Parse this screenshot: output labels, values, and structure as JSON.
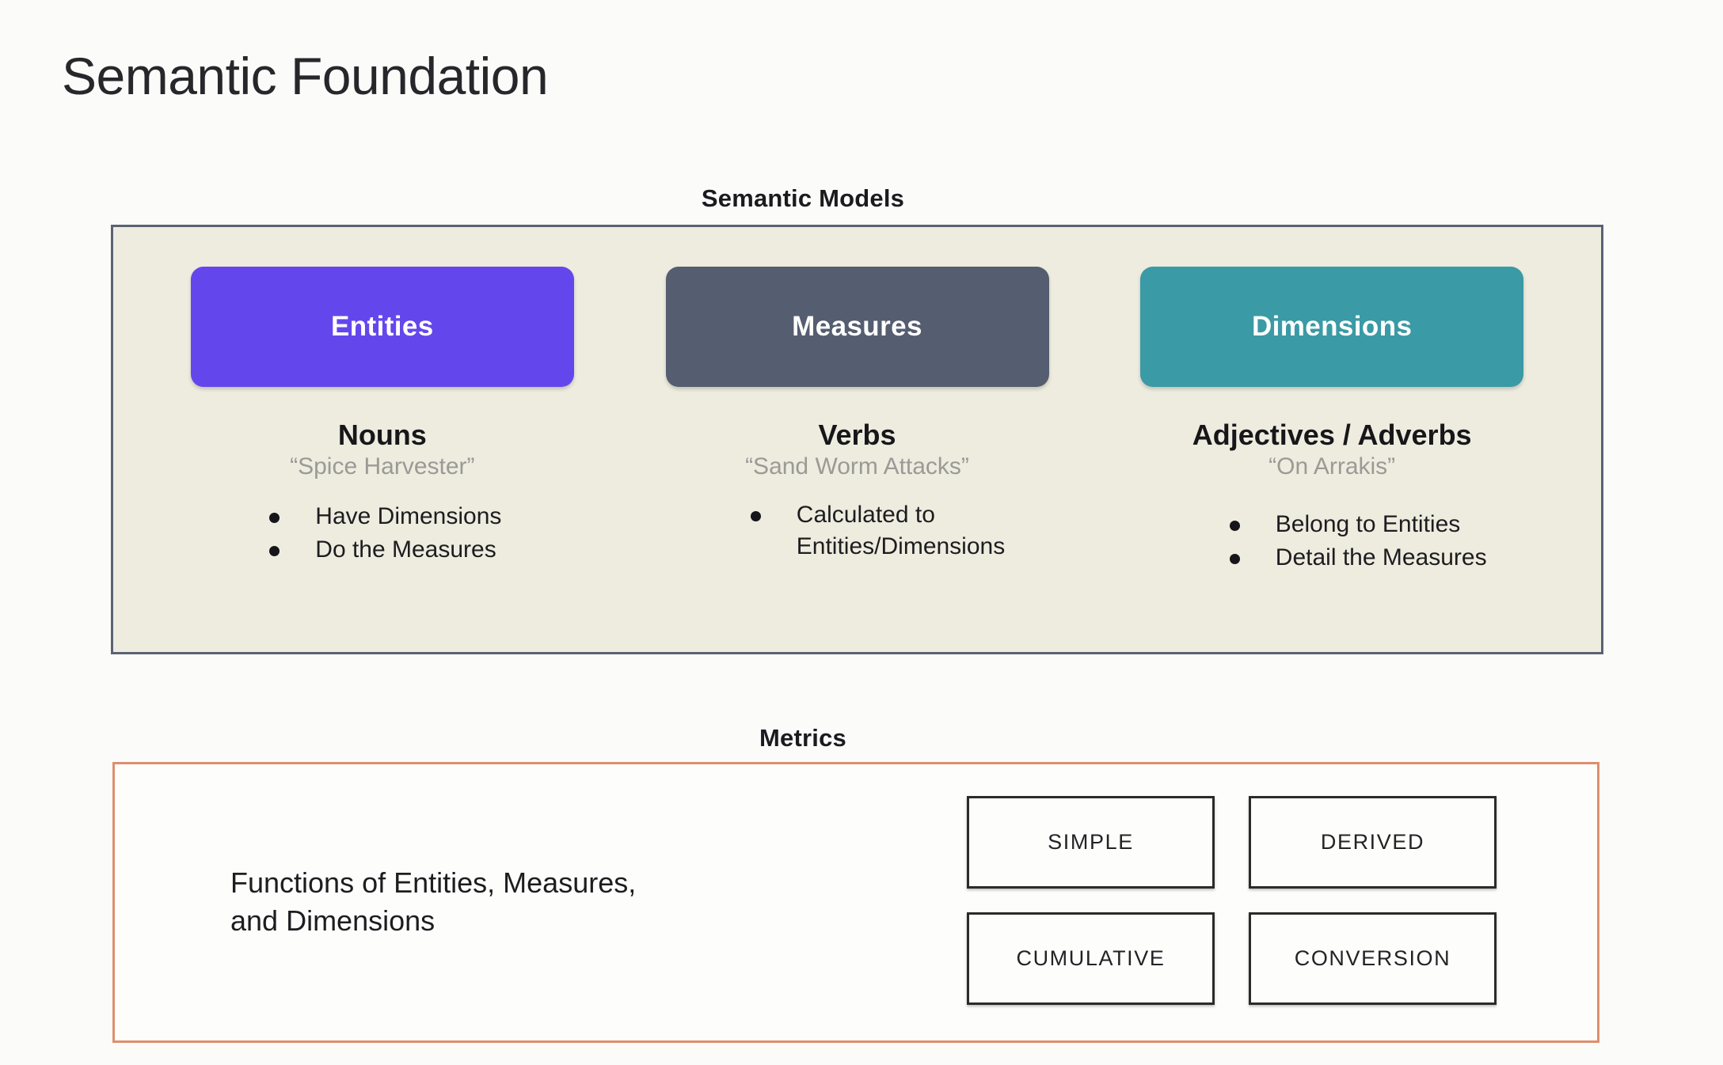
{
  "page_title": "Semantic Foundation",
  "colors": {
    "background": "#fbfbfa",
    "models_panel_bg": "#eeecdf",
    "models_panel_border": "#5a6274",
    "metrics_panel_border": "#dd8f6d",
    "entities": "#6447ec",
    "measures": "#555d70",
    "dimensions": "#3a9aa5",
    "example_text": "#9a9a96"
  },
  "semantic_models": {
    "caption": "Semantic Models",
    "columns": [
      {
        "pill_label": "Entities",
        "heading": "Nouns",
        "example": "“Spice Harvester”",
        "bullets": [
          "Have Dimensions",
          "Do the Measures"
        ]
      },
      {
        "pill_label": "Measures",
        "heading": "Verbs",
        "example": "“Sand Worm Attacks”",
        "bullets": [
          "Calculated to\nEntities/Dimensions"
        ]
      },
      {
        "pill_label": "Dimensions",
        "heading": "Adjectives / Adverbs",
        "example": "“On Arrakis”",
        "bullets": [
          "Belong to Entities",
          "Detail the Measures"
        ]
      }
    ]
  },
  "metrics": {
    "caption": "Metrics",
    "description": "Functions of Entities, Measures,\nand Dimensions",
    "types": [
      "SIMPLE",
      "DERIVED",
      "CUMULATIVE",
      "CONVERSION"
    ]
  }
}
